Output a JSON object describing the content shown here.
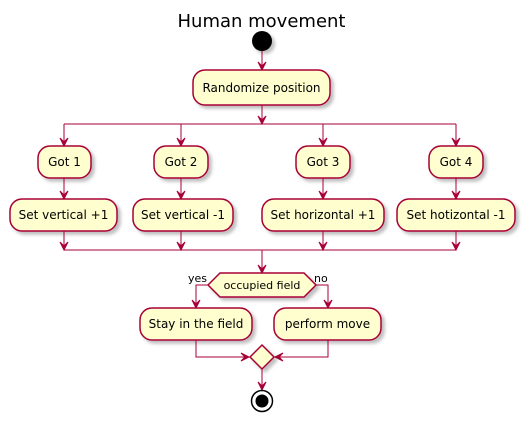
{
  "title": "Human movement",
  "nodes": {
    "randomize": "Randomize position",
    "got1": "Got 1",
    "got2": "Got 2",
    "got3": "Got 3",
    "got4": "Got 4",
    "set1": "Set vertical +1",
    "set2": "Set vertical -1",
    "set3": "Set horizontal +1",
    "set4": "Set hotizontal -1",
    "decision": "occupied field",
    "stay": "Stay in the field",
    "move": "perform move"
  },
  "branches": {
    "yes": "yes",
    "no": "no"
  },
  "colors": {
    "node_fill": "#FEFECE",
    "border": "#A80036",
    "start_end": "#000000"
  }
}
